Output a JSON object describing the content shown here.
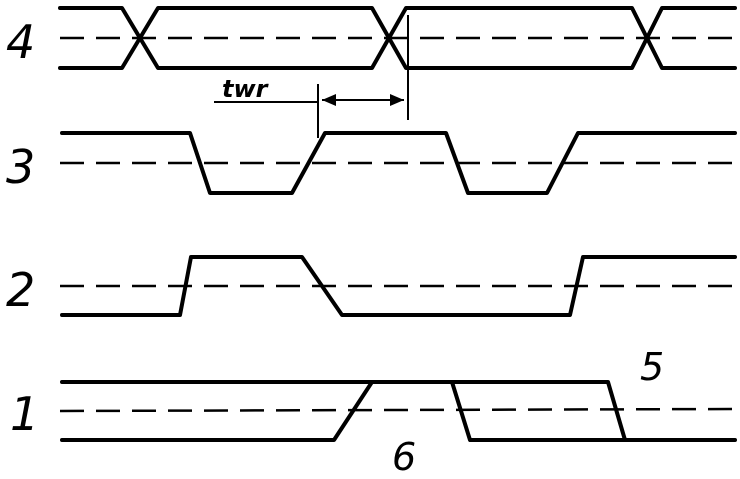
{
  "diagram": {
    "row_labels": [
      "4",
      "3",
      "2",
      "1"
    ],
    "interval_label": "twr",
    "annotation_upper": "5",
    "annotation_lower": "6",
    "ink_color": "#000000",
    "background_color": "#ffffff"
  }
}
